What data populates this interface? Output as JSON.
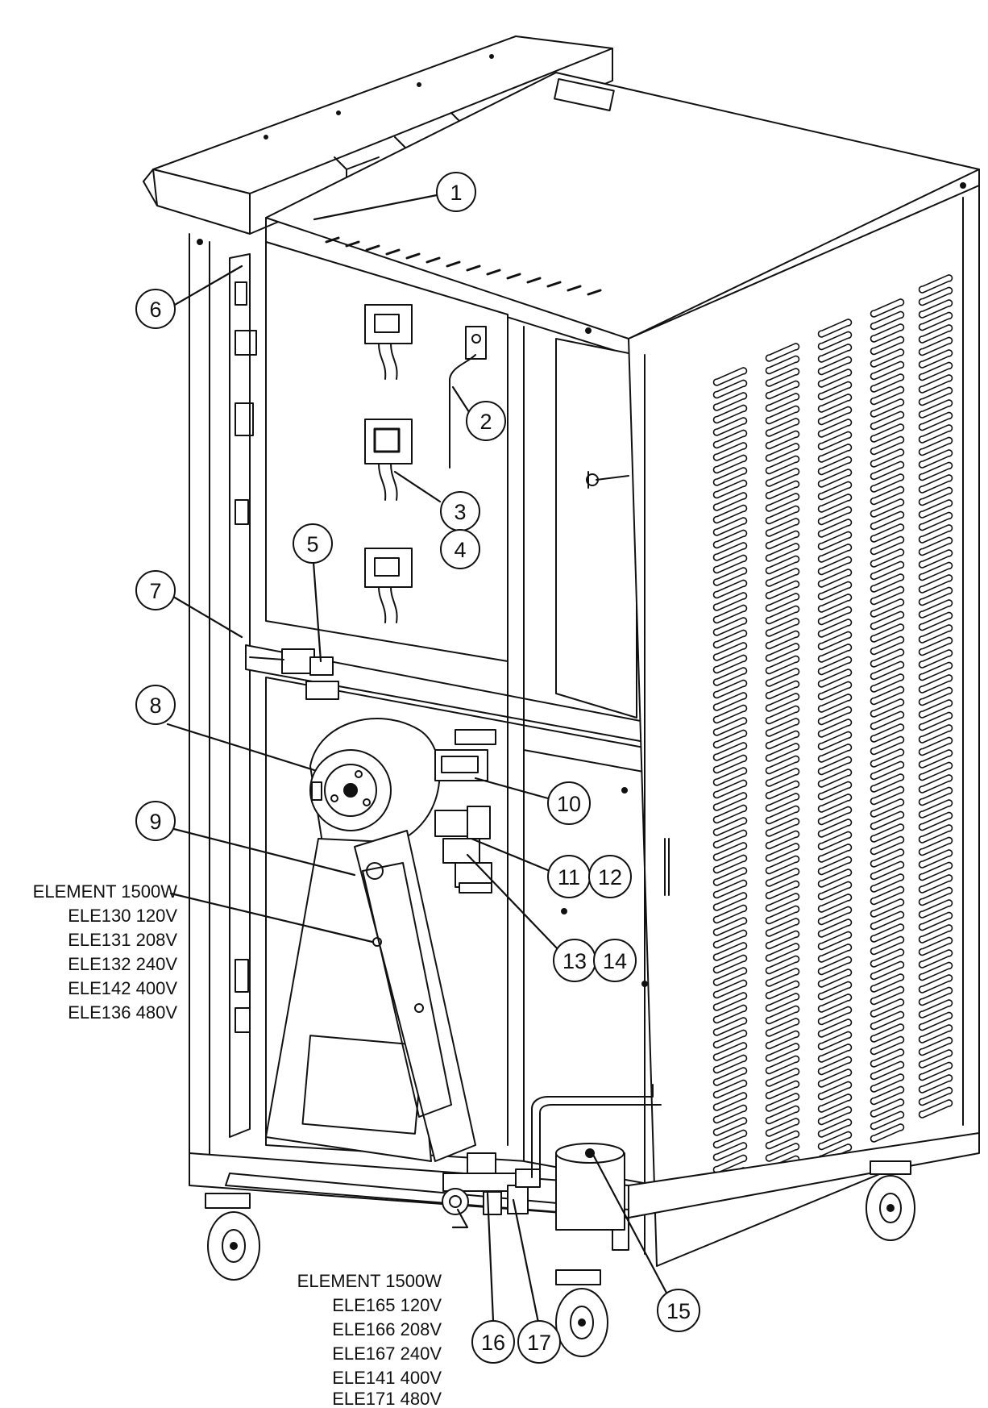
{
  "callouts": [
    "1",
    "2",
    "3",
    "4",
    "5",
    "6",
    "7",
    "8",
    "9",
    "10",
    "11",
    "12",
    "13",
    "14",
    "15",
    "16",
    "17"
  ],
  "element_left": {
    "lines": [
      "ELEMENT 1500W",
      "ELE130 120V",
      "ELE131 208V",
      "ELE132 240V",
      "ELE142 400V",
      "ELE136 480V"
    ]
  },
  "element_bottom": {
    "lines": [
      "ELEMENT 1500W",
      "ELE165 120V",
      "ELE166 208V",
      "ELE167 240V",
      "ELE141 400V",
      "ELE171 480V"
    ]
  }
}
